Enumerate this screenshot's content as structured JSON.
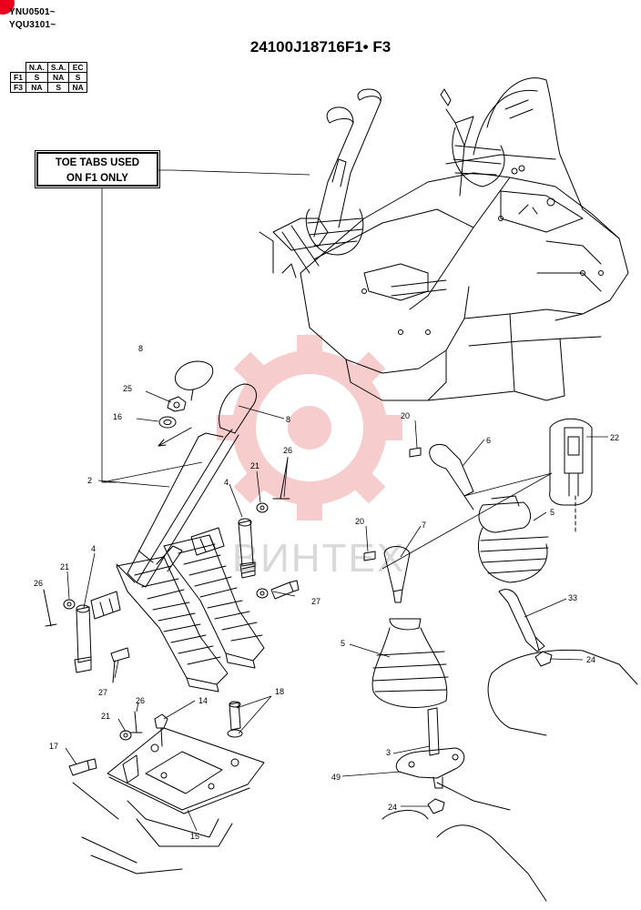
{
  "header": {
    "serial_ranges": [
      "YNU0501~",
      "YQU3101~"
    ],
    "title": "24100J18716F1• F3"
  },
  "variant_table": {
    "columns": [
      "N.A.",
      "S.A.",
      "EC"
    ],
    "rows": [
      {
        "label": "F1",
        "values": [
          "S",
          "NA",
          "S"
        ]
      },
      {
        "label": "F3",
        "values": [
          "NA",
          "S",
          "NA"
        ]
      }
    ]
  },
  "note": {
    "lines": [
      "TOE TABS USED",
      "ON F1 ONLY"
    ]
  },
  "callouts": {
    "c8a": "8",
    "c25": "25",
    "c16": "16",
    "c8b": "8",
    "c2": "2",
    "c26a": "26",
    "c21a": "21",
    "c4a": "4",
    "c4b": "4",
    "c26b": "26",
    "c21b": "21",
    "c27a": "27",
    "c27b": "27",
    "c21c": "21",
    "c26c": "26",
    "c14": "14",
    "c18": "18",
    "c17": "17",
    "c15": "15",
    "c20a": "20",
    "c6": "6",
    "c22": "22",
    "c5a": "5",
    "c20b": "20",
    "c7": "7",
    "c33": "33",
    "c24a": "24",
    "c5b": "5",
    "c3": "3",
    "c49": "49",
    "c24b": "24"
  },
  "watermark_text": "ВИНТЕХ"
}
